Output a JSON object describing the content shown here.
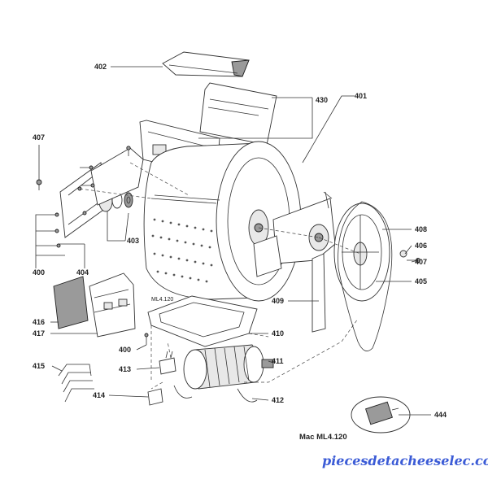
{
  "labels": {
    "l402": "402",
    "l401": "401",
    "l430": "430",
    "l407a": "407",
    "l403": "403",
    "l400a": "400",
    "l404": "404",
    "l408": "408",
    "l406": "406",
    "l407b": "407",
    "l405": "405",
    "l409": "409",
    "l416": "416",
    "l417": "417",
    "l410": "410",
    "l400b": "400",
    "l411": "411",
    "l415": "415",
    "l413": "413",
    "l414": "414",
    "l412": "412",
    "l444": "444"
  },
  "stamp": "ML4.120",
  "caption": "Mac ML4.120",
  "watermark": "piecesdetacheeselec.com",
  "colors": {
    "line": "#333333",
    "watermark": "#3b5bd6"
  }
}
